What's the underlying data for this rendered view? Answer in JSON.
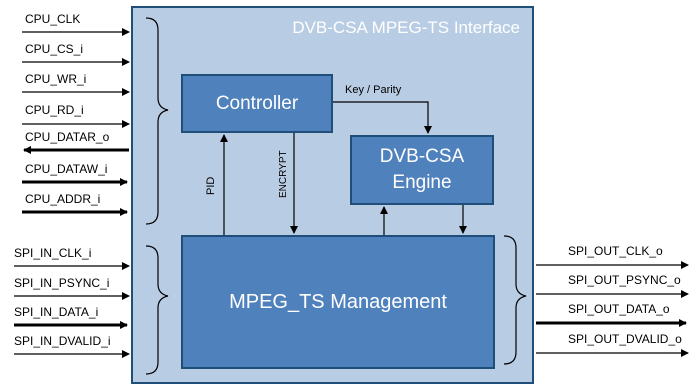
{
  "diagram": {
    "title": "DVB-CSA MPEG-TS Interface",
    "blocks": {
      "controller": "Controller",
      "engine_line1": "DVB-CSA",
      "engine_line2": "Engine",
      "management": "MPEG_TS Management"
    },
    "signals": {
      "key_parity": "Key / Parity",
      "pid": "PID",
      "encrypt": "ENCRYPT"
    },
    "cpu_ports": [
      "CPU_CLK",
      "CPU_CS_i",
      "CPU_WR_i",
      "CPU_RD_i",
      "CPU_DATAR_o",
      "CPU_DATAW_i",
      "CPU_ADDR_i"
    ],
    "spi_in_ports": [
      "SPI_IN_CLK_i",
      "SPI_IN_PSYNC_i",
      "SPI_IN_DATA_i",
      "SPI_IN_DVALID_i"
    ],
    "spi_out_ports": [
      "SPI_OUT_CLK_o",
      "SPI_OUT_PSYNC_o",
      "SPI_OUT_DATA_o",
      "SPI_OUT_DVALID_o"
    ]
  }
}
